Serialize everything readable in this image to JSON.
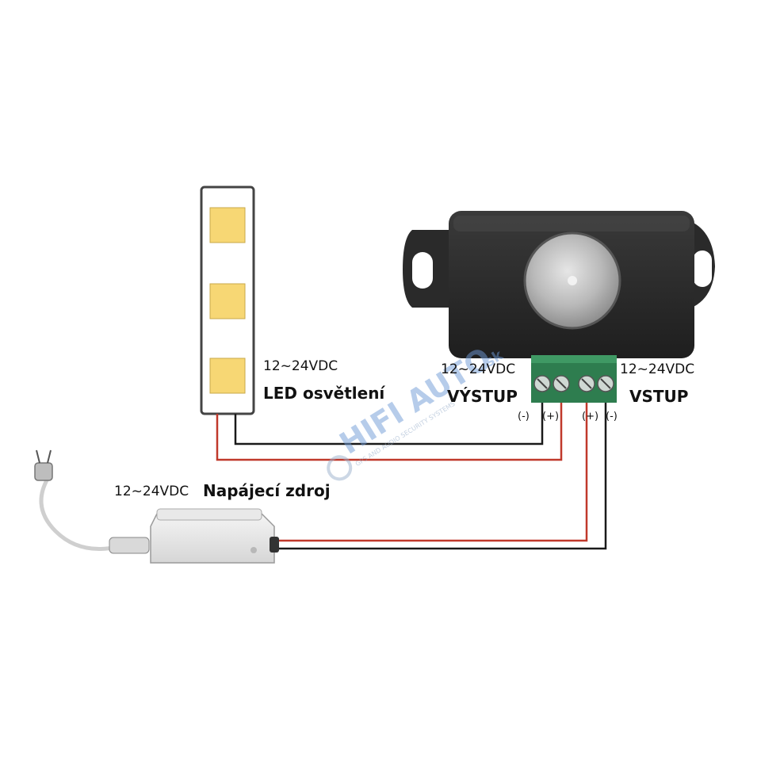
{
  "led_strip": {
    "voltage": "12~24VDC",
    "name": "LED osvětlení"
  },
  "sensor": {
    "output": {
      "voltage": "12~24VDC",
      "name": "VÝSTUP",
      "polarity": [
        "(-)",
        "(+)"
      ]
    },
    "input": {
      "voltage": "12~24VDC",
      "name": "VSTUP",
      "polarity": [
        "(+)",
        "(-)"
      ]
    }
  },
  "power_supply": {
    "voltage": "12~24VDC",
    "name": "Napájecí zdroj"
  },
  "watermark": {
    "brand": "HIFI AUTO",
    "domain": ".sk",
    "tagline": "GPS AND AUDIO SECURITY SYSTEMS"
  },
  "colors": {
    "wire_red": "#c0392b",
    "wire_black": "#1a1a1a",
    "led_chip": "#f7d774",
    "sensor_body": "#2b2b2b",
    "terminal_green": "#2e7d4f"
  }
}
